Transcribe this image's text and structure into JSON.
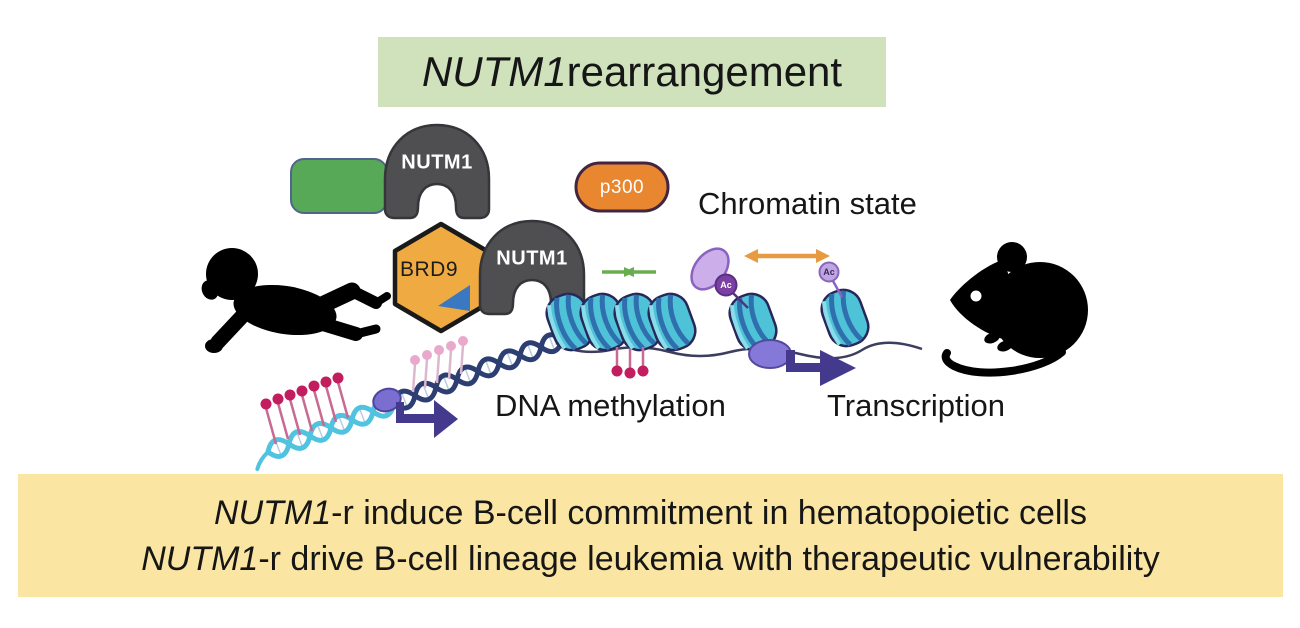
{
  "title": {
    "gene": "NUTM1",
    "rest": " rearrangement"
  },
  "diagram": {
    "fusion_top_label": "NUTM1",
    "fusion_brd9_label": "NUTM1",
    "p300_label": "p300",
    "brd9_label": "BRD9",
    "chromatin_state_label": "Chromatin state",
    "dna_methylation_label": "DNA methylation",
    "transcription_label": "Transcription",
    "ac_mark_1": "Ac",
    "ac_mark_2": "Ac"
  },
  "summary": {
    "line1_gene": "NUTM1",
    "line1_rest": "-r induce B-cell commitment in hematopoietic cells",
    "line2_gene": "NUTM1",
    "line2_rest": "-r drive B-cell lineage leukemia with therapeutic vulnerability"
  },
  "colors": {
    "title_bg": "#cfe2bc",
    "summary_bg": "#fae6a2",
    "fusion_partner_green": "#57a857",
    "nutm1_gray": "#4f4f52",
    "p300_orange": "#e8872f",
    "brd9_orange": "#f0aa42",
    "brd9_triangle_blue": "#3a78c2",
    "nucleosome_teal": "#4ec2d7",
    "nucleosome_stripe_blue": "#2f6fae",
    "dna_cyan": "#4fc3e0",
    "dna_navy": "#2c3e72",
    "methylation_magenta": "#c21d5e",
    "methylation_pink": "#e9a9cb",
    "acetyl_dark_purple": "#7b3fa5",
    "acetyl_light_purple": "#cbaeea",
    "transcription_factor_purple": "#8478d8",
    "transcription_arrow_purple": "#433a8e",
    "compaction_arrow_green": "#6aad51",
    "open_chromatin_arrow_orange": "#e89a40",
    "silhouette_black": "#000000"
  }
}
